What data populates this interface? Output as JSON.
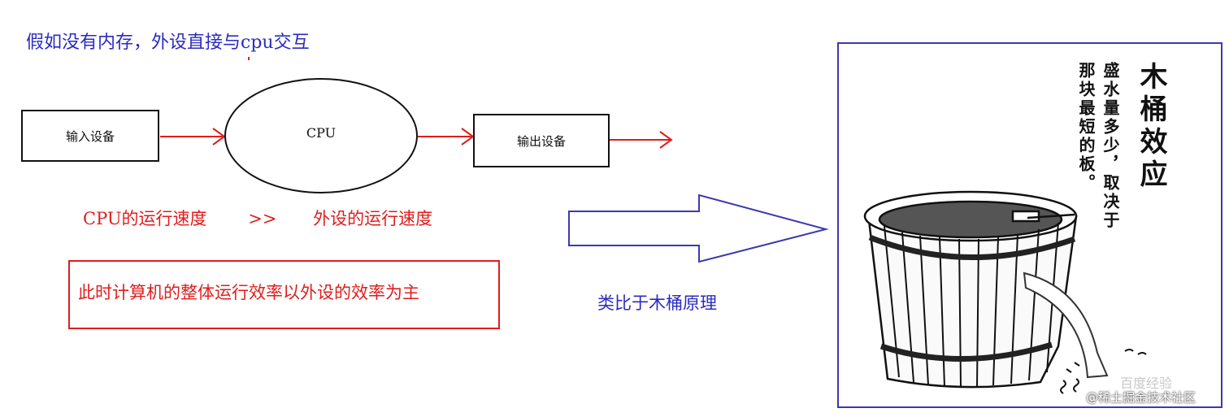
{
  "title": "假如没有内存，外设直接与cpu交互",
  "nodes": {
    "input": "输入设备",
    "cpu": "CPU",
    "output": "输出设备"
  },
  "speed_comparison": {
    "left": "CPU的运行速度",
    "operator": ">>",
    "right": "外设的运行速度"
  },
  "conclusion": "此时计算机的整体运行效率以外设的效率为主",
  "analogy": "类比于木桶原理",
  "illustration": {
    "title": "木桶效应",
    "column1": "盛水量多少，取决于",
    "column2": "那块最短的板。",
    "overlay_watermark": "百度经验"
  },
  "watermark": "@稀土掘金技术社区",
  "colors": {
    "title_blue": "#2b2bbf",
    "red": "#e01d1d",
    "frame_blue": "#3a3ab0",
    "black": "#111111"
  }
}
